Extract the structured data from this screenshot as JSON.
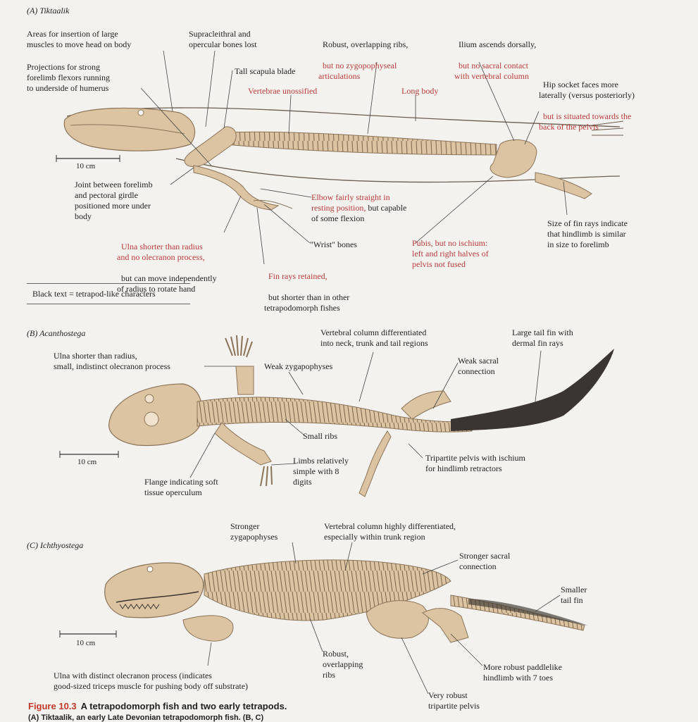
{
  "panels": {
    "a": {
      "title": "(A) Tiktaalik",
      "scale": "10 cm",
      "labels": {
        "muscles": "Areas for insertion of large\nmuscles to move head on body",
        "supracleithral": "Supracleithral and\nopercular bones lost",
        "ribs_black": "Robust, overlapping ribs,",
        "ribs_red": "but no zygopophyseal\narticulations",
        "ilium_black": "Ilium ascends dorsally,",
        "ilium_red": "but no sacral contact\nwith vertebral column",
        "projections": "Projections for strong\nforelimb flexors running\nto underside of humerus",
        "scapula": "Tall scapula blade",
        "vertebrae": "Vertebrae unossified",
        "long_body": "Long body",
        "hip_black": "Hip socket faces more\nlaterally (versus posteriorly)",
        "hip_red": "but is situated towards the\nback of the pelvis",
        "joint": "Joint between forelimb\nand pectoral girdle\npositioned more under\nbody",
        "elbow_red": "Elbow fairly straight in\nresting position,",
        "elbow_black": " but capable\nof some flexion",
        "fin_rays_size": "Size of fin rays indicate\nthat hindlimb is similar\nin size to forelimb",
        "ulna_red": "Ulna shorter than radius\nand no olecranon process,",
        "ulna_black": "but can move independently\nof radius to rotate hand",
        "wrist": "\"Wrist\" bones",
        "pubis_red": "Pubis, but no ischium:\nleft and right halves of\npelvis not fused",
        "finrays_red": "Fin rays retained,",
        "finrays_black": "but shorter than in other\ntetrapodomorph fishes"
      }
    },
    "legend": "Black text = tetrapod-like characters",
    "b": {
      "title": "(B) Acanthostega",
      "scale": "10 cm",
      "labels": {
        "vertebral": "Vertebral column differentiated\ninto neck, trunk and tail regions",
        "tail_fin": "Large tail fin with\ndermal fin rays",
        "ulna": "Ulna shorter than radius,\nsmall, indistinct olecranon process",
        "weak_zyg": "Weak zygapophyses",
        "weak_sacral": "Weak sacral\nconnection",
        "small_ribs": "Small ribs",
        "limbs": "Limbs relatively\nsimple with 8\ndigits",
        "tripartite": "Tripartite pelvis with ischium\nfor hindlimb retractors",
        "flange": "Flange indicating soft\ntissue operculum"
      }
    },
    "c": {
      "title": "(C) Ichthyostega",
      "scale": "10 cm",
      "labels": {
        "stronger_zyg": "Stronger\nzygapophyses",
        "vertebral": "Vertebral column highly differentiated,\nespecially within trunk region",
        "stronger_sacral": "Stronger sacral\nconnection",
        "smaller_tail": "Smaller\ntail fin",
        "robust_ribs": "Robust,\noverlapping\nribs",
        "paddle": "More robust paddlelike\nhindlimb with 7 toes",
        "ulna": "Ulna with distinct olecranon process (indicates\ngood-sized triceps muscle for pushing body off substrate)",
        "pelvis": "Very robust\ntripartite pelvis"
      }
    }
  },
  "caption": {
    "figure": "Figure 10.3",
    "title": "A tetrapodomorph fish and two early tetrapods.",
    "sub": "(A) Tiktaalik, an early Late Devonian tetrapodomorph fish. (B, C)"
  },
  "colors": {
    "bone": "#dcc4a3",
    "bone_edge": "#8a7358",
    "red_text": "#b83a3a",
    "tail_dark": "#3a3530"
  }
}
